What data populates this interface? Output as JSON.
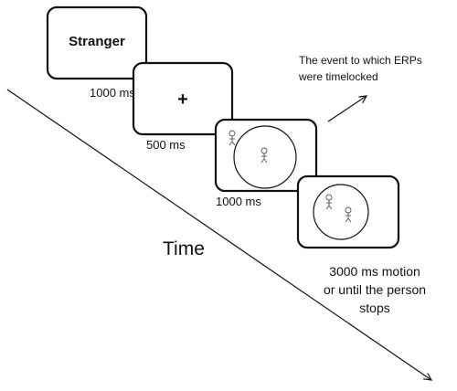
{
  "screens": [
    {
      "content": "Stranger",
      "duration": "1000 ms"
    },
    {
      "content": "+",
      "duration": "500 ms"
    },
    {
      "content": "",
      "duration": "1000 ms"
    },
    {
      "content": "",
      "duration": ""
    }
  ],
  "final_duration": [
    "3000 ms motion",
    "or until the person",
    "stops"
  ],
  "annotation": [
    "The event to which ERPs",
    "were timelocked"
  ],
  "time_label": "Time",
  "colors": {
    "ink": "#111111",
    "figure": "#555555",
    "background": "#ffffff"
  }
}
